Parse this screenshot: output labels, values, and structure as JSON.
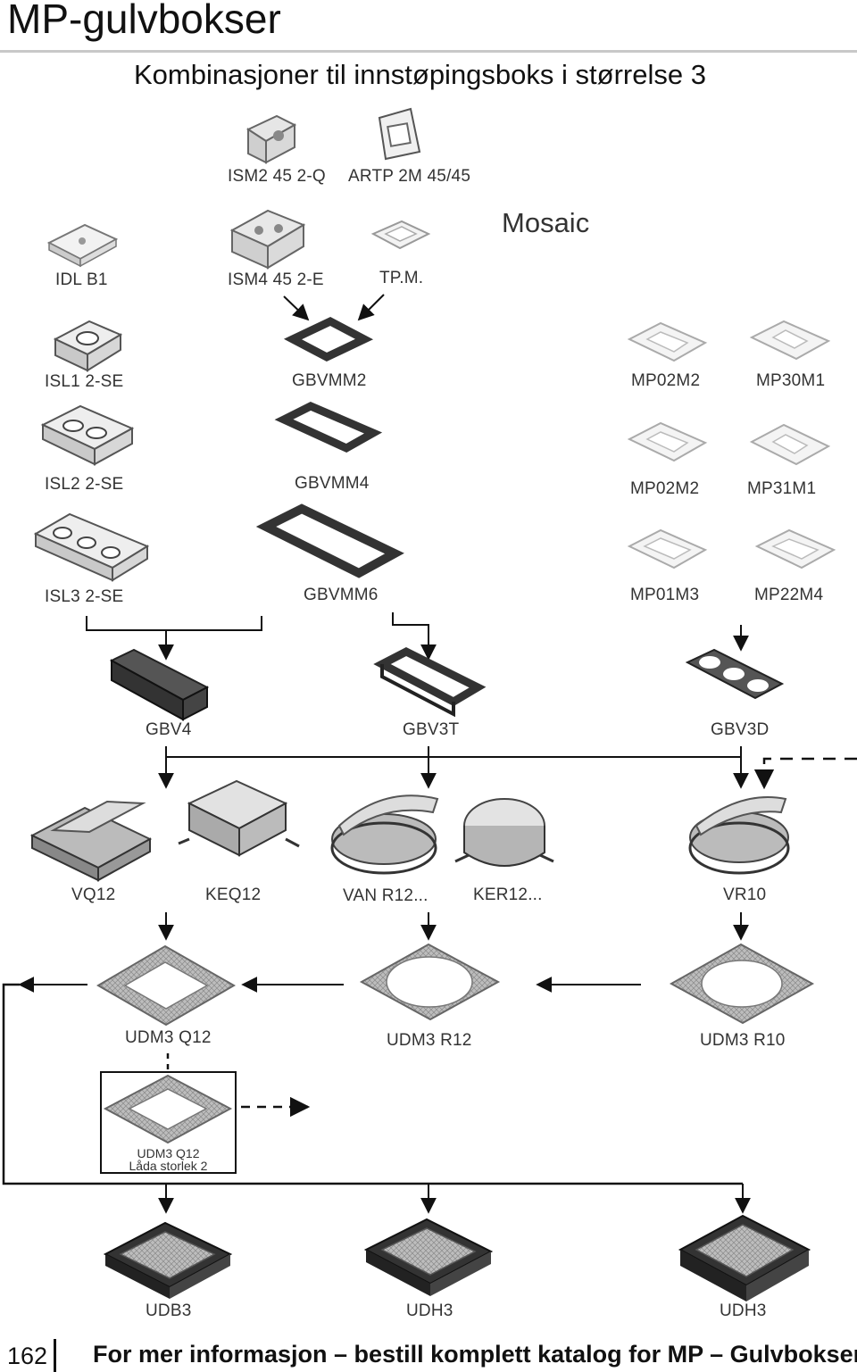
{
  "page": {
    "title": "MP-gulvbokser",
    "subtitle": "Kombinasjoner til innstøpingsboks i størrelse 3",
    "page_number": "162",
    "footer_text": "For mer informasjon – bestill komplett katalog for MP – Gulvbokser!"
  },
  "groups": {
    "mosaic": "Mosaic"
  },
  "labels": {
    "ism2": "ISM2 45 2-Q",
    "artp": "ARTP 2M 45/45",
    "idlb1": "IDL B1",
    "ism4": "ISM4 45 2-E",
    "tpm": "TP.M.",
    "isl1": "ISL1 2-SE",
    "gbvmm2": "GBVMM2",
    "mp02m2_a": "MP02M2",
    "mp30m1": "MP30M1",
    "isl2": "ISL2 2-SE",
    "gbvmm4": "GBVMM4",
    "mp02m2_b": "MP02M2",
    "mp31m1": "MP31M1",
    "isl3": "ISL3 2-SE",
    "gbvmm6": "GBVMM6",
    "mp01m3": "MP01M3",
    "mp22m4": "MP22M4",
    "gbv4": "GBV4",
    "gbv3t": "GBV3T",
    "gbv3d": "GBV3D",
    "vq12": "VQ12",
    "keq12": "KEQ12",
    "vanr12": "VAN R12...",
    "ker12": "KER12...",
    "vr10": "VR10",
    "udm3q12": "UDM3 Q12",
    "udm3r12": "UDM3 R12",
    "udm3r10": "UDM3 R10",
    "udm3q12_small": "UDM3 Q12",
    "lada": "Låda storlek 2",
    "udb3": "UDB3",
    "udh3_a": "UDH3",
    "udh3_b": "UDH3"
  }
}
